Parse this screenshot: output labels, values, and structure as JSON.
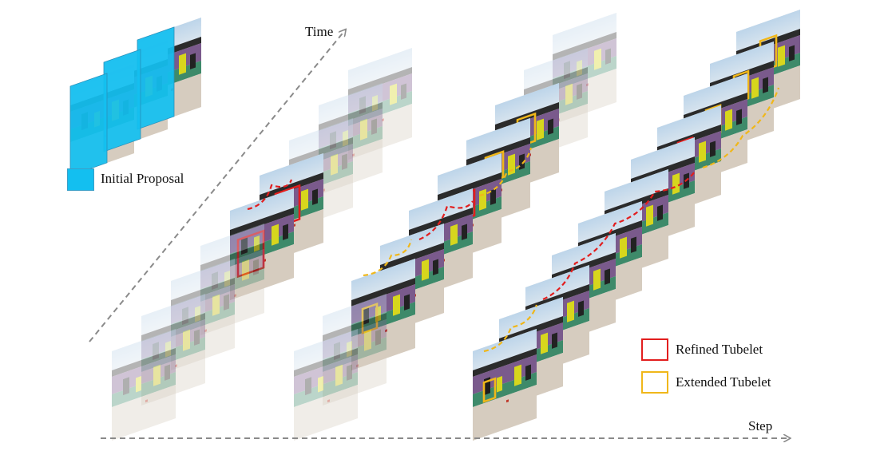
{
  "labels": {
    "time": "Time",
    "step": "Step"
  },
  "legend": {
    "initial_proposal": "Initial Proposal",
    "refined_tubelet": "Refined Tubelet",
    "extended_tubelet": "Extended Tubelet"
  },
  "colors": {
    "initial_proposal": "#13bff0",
    "refined_tubelet": "#e21e1e",
    "extended_tubelet": "#f0b71a",
    "arrow": "#8a8a8a"
  }
}
